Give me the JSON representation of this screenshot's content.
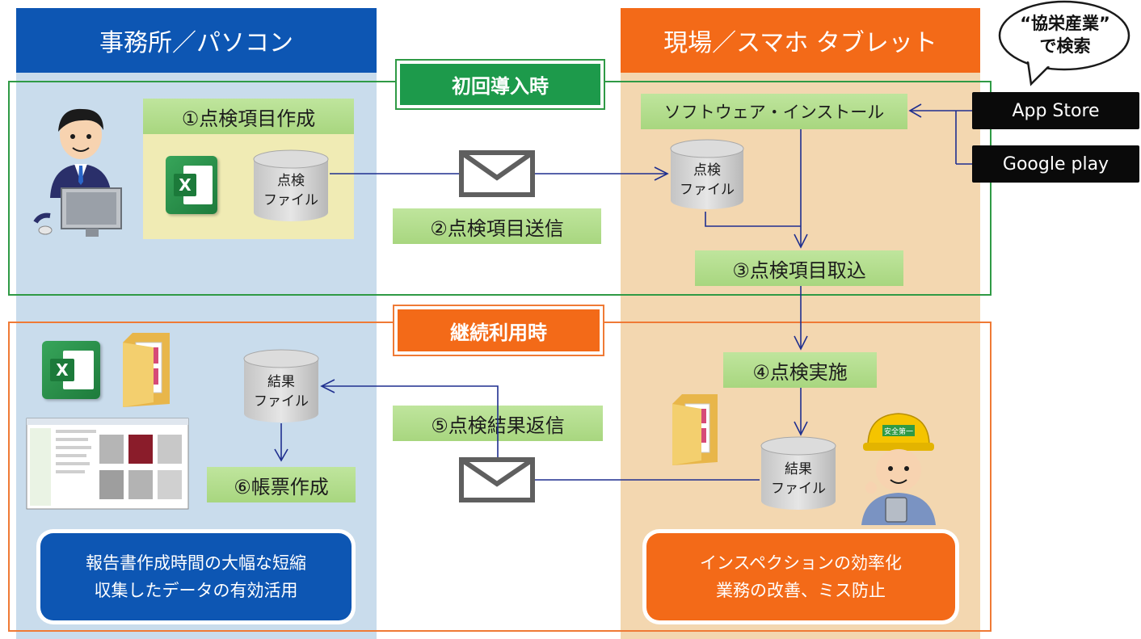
{
  "columns": {
    "left_header": "事務所／パソコン",
    "right_header": "現場／スマホ タブレット"
  },
  "phases": {
    "initial": "初回導入時",
    "continuous": "継続利用時"
  },
  "steps": {
    "s1": "①点検項目作成",
    "s2": "②点検項目送信",
    "s3": "③点検項目取込",
    "s4": "④点検実施",
    "s5": "⑤点検結果返信",
    "s6": "⑥帳票作成",
    "install": "ソフトウェア・インストール"
  },
  "files": {
    "inspect_line1": "点検",
    "inspect_line2": "ファイル",
    "result_line1": "結果",
    "result_line2": "ファイル"
  },
  "stores": {
    "app_store": "App Store",
    "google_play": "Google play"
  },
  "speech": {
    "line1": "“協栄産業”",
    "line2": "で検索"
  },
  "benefits": {
    "left_line1": "報告書作成時間の大幅な短縮",
    "left_line2": "収集したデータの有効活用",
    "right_line1": "インスペクションの効率化",
    "right_line2": "業務の改善、ミス防止"
  },
  "helmet": {
    "text": "安全第一"
  },
  "colors": {
    "office_blue": "#0d56b3",
    "field_orange": "#f36a18",
    "phase_green": "#1d9a4b",
    "step_green": "#a8d67f",
    "connector_navy": "#1f2f8f"
  }
}
